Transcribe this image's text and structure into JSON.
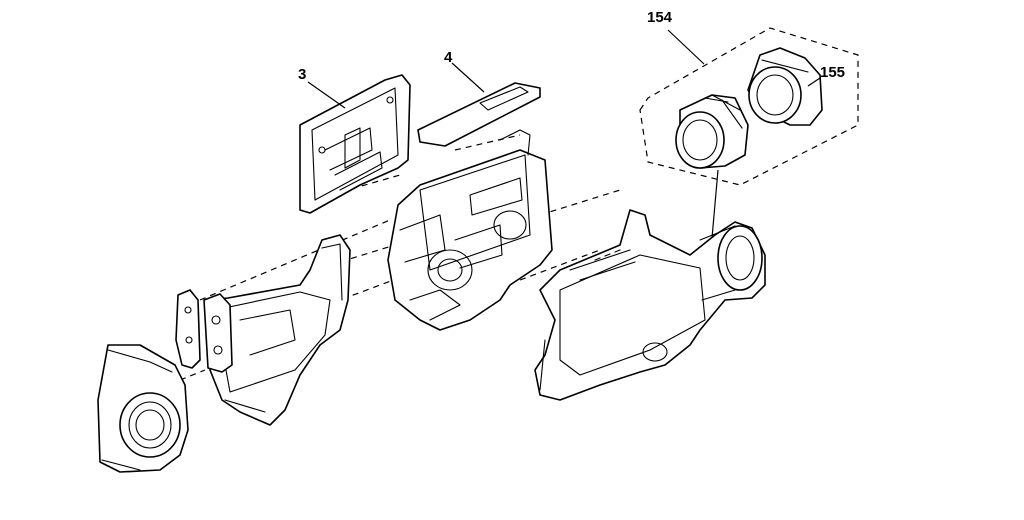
{
  "callouts": [
    {
      "id": "3",
      "text": "3"
    },
    {
      "id": "4",
      "text": "4"
    },
    {
      "id": "154",
      "text": "154"
    },
    {
      "id": "155",
      "text": "155"
    }
  ]
}
